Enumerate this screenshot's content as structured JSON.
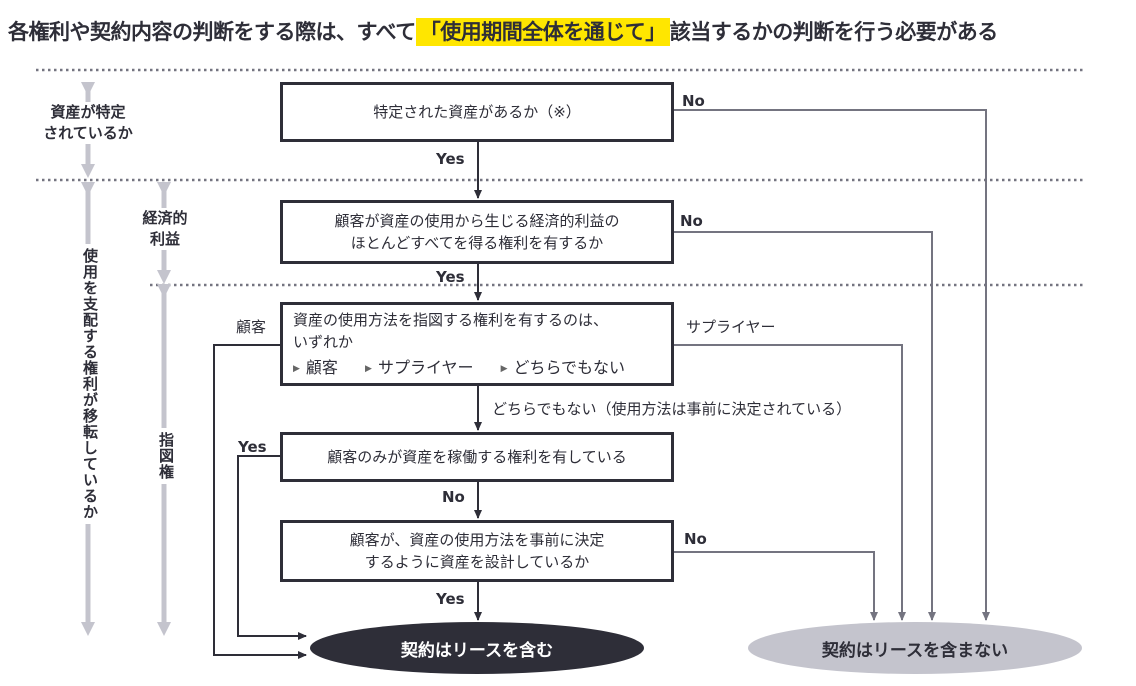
{
  "title": {
    "prefix": "各権利や契約内容の判断をする際は、すべて",
    "highlight": "「使用期間全体を通じて」",
    "suffix": "該当するかの判断を行う必要がある"
  },
  "side_labels": {
    "asset": [
      "資産が特定",
      "されているか"
    ],
    "economic": [
      "経済的",
      "利益"
    ],
    "control": "使用を支配する権利が移転しているか",
    "direction": "指図権"
  },
  "boxes": {
    "q1": "特定された資産があるか（※）",
    "q2": [
      "顧客が資産の使用から生じる経済的利益の",
      "ほとんどすべてを得る権利を有するか"
    ],
    "q3": [
      "資産の使用方法を指図する権利を有するのは、",
      "いずれか"
    ],
    "q3_options": [
      "顧客",
      "サプライヤー",
      "どちらでもない"
    ],
    "q4": "顧客のみが資産を稼働する権利を有している",
    "q5": [
      "顧客が、資産の使用方法を事前に決定",
      "するように資産を設計しているか"
    ]
  },
  "edge_labels": {
    "q1_no": "No",
    "q1_yes": "Yes",
    "q2_no": "No",
    "q2_yes": "Yes",
    "q3_customer": "顧客",
    "q3_supplier": "サプライヤー",
    "q3_neither": "どちらでもない（使用方法は事前に決定されている）",
    "q4_yes": "Yes",
    "q4_no": "No",
    "q5_no": "No",
    "q5_yes": "Yes"
  },
  "outcomes": {
    "includes": "契約はリースを含む",
    "not_includes": "契約はリースを含まない"
  },
  "colors": {
    "dark": "#2e2e38",
    "gray_line": "#747480",
    "light_gray": "#c4c4cd",
    "highlight": "#ffe600"
  }
}
